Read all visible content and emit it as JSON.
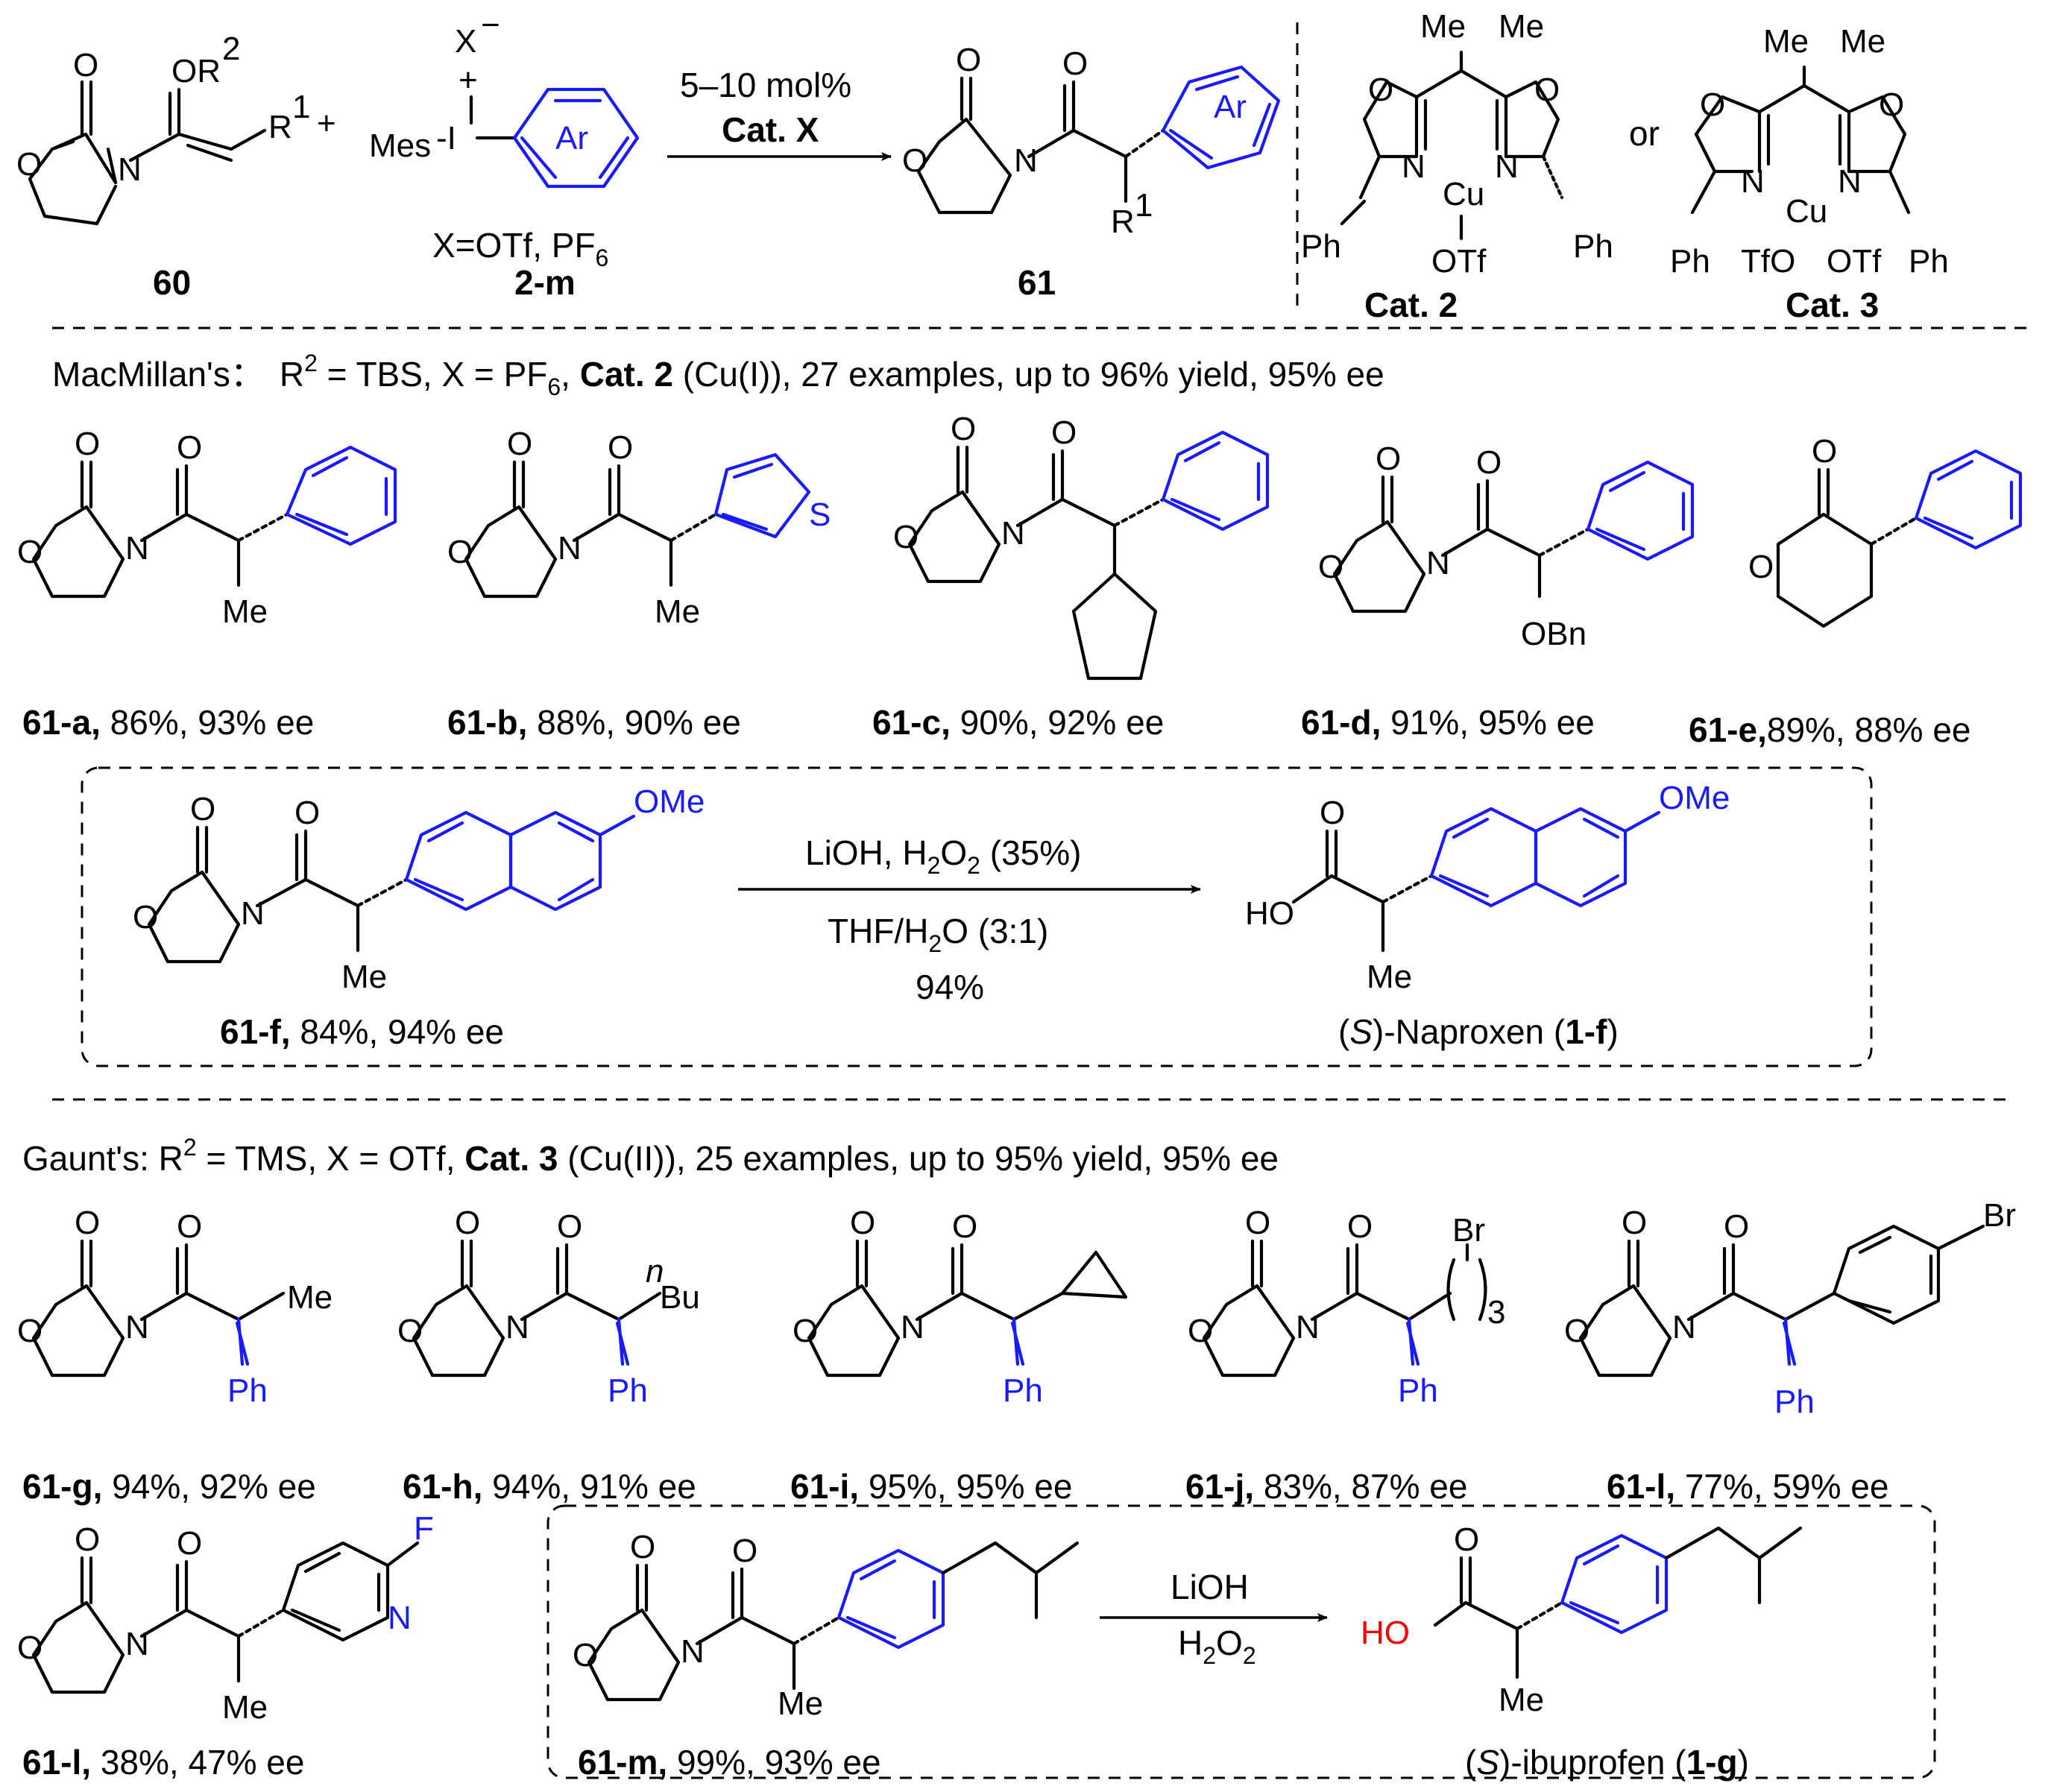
{
  "header": {
    "compound_60": "60",
    "compound_2m": "2-m",
    "compound_61": "61",
    "counterion_line": "X=OTf, PF6",
    "cond_loading": "5–10 mol%",
    "cond_cat": "Cat. X",
    "cat2": "Cat. 2",
    "cat3": "Cat. 3",
    "or": "or"
  },
  "macmillan": {
    "prefix": "MacMillan's：",
    "summary_a": "R",
    "summary_b": " = TBS, X = PF",
    "summary_c": ", ",
    "summary_cat": "Cat. 2",
    "summary_d": " (Cu(I)), 27 examples, up to 96% yield, 95% ee"
  },
  "gaunt": {
    "prefix": "Gaunt's: R",
    "summary_b": " = TMS, X = OTf, ",
    "summary_cat": "Cat. 3",
    "summary_d": " (Cu(II)),  25 examples, up to 95% yield, 95% ee"
  },
  "products": [
    {
      "id": "61-a,",
      "result": " 86%, 93% ee"
    },
    {
      "id": "61-b,",
      "result": " 88%, 90% ee"
    },
    {
      "id": "61-c,",
      "result": " 90%, 92% ee"
    },
    {
      "id": "61-d,",
      "result": " 91%, 95% ee"
    },
    {
      "id": "61-e,",
      "result": "89%, 88% ee"
    },
    {
      "id": "61-f,",
      "result": " 84%, 94% ee"
    },
    {
      "id": "61-g,",
      "result": " 94%, 92% ee"
    },
    {
      "id": "61-h,",
      "result": " 94%, 91% ee"
    },
    {
      "id": "61-i,",
      "result": " 95%, 95% ee"
    },
    {
      "id": "61-j,",
      "result": " 83%, 87% ee"
    },
    {
      "id": "61-l,",
      "result": " 77%, 59% ee"
    },
    {
      "id": "61-l,",
      "result": " 38%, 47% ee"
    },
    {
      "id": "61-m,",
      "result": " 99%, 93% ee"
    }
  ],
  "naproxen": {
    "cond1": "LiOH, H2O2 (35%)",
    "cond2": "THF/H2O (3:1)",
    "cond3": "94%",
    "name_a": "(",
    "name_s": "S",
    "name_b": ")-Naproxen (",
    "name_id": "1-f",
    "name_c": ")"
  },
  "ibuprofen": {
    "cond1": "LiOH",
    "cond2": "H2O2",
    "name_a": "(",
    "name_s": "S",
    "name_b": ")-ibuprofen (",
    "name_id": "1-g",
    "name_c": ")"
  },
  "colors": {
    "aryl": "#1a1aff",
    "acid": "#ff0000"
  }
}
